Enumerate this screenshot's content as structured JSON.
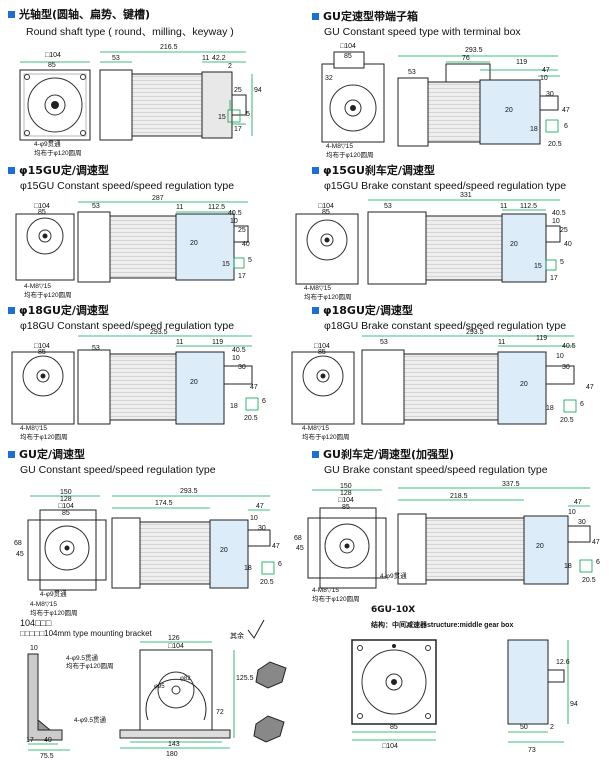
{
  "sections": [
    {
      "title": "光轴型(圆轴、扁势、键槽)",
      "subtitle": "Round shaft type ( round、milling、keyway )"
    },
    {
      "title": "GU定速型带端子箱",
      "subtitle": "GU Constant speed type with terminal box"
    },
    {
      "title": "φ15GU定/调速型",
      "subtitle": "φ15GU Constant speed/speed regulation type"
    },
    {
      "title": "φ15GU刹车定/调速型",
      "subtitle": "φ15GU Brake constant speed/speed regulation type"
    },
    {
      "title": "φ18GU定/调速型",
      "subtitle": "φ18GU Constant speed/speed regulation type"
    },
    {
      "title": "φ18GU定/调速型",
      "subtitle": "φ18GU Brake constant speed/speed regulation type"
    },
    {
      "title": "GU定/调速型",
      "subtitle": "GU Constant speed/speed regulation type"
    },
    {
      "title": "GU刹车定/调速型(加强型)",
      "subtitle": "GU Brake constant speed/speed regulation type"
    }
  ],
  "bracket": {
    "title": "104□□□",
    "subtitle": "□□□□□104mm type mounting bracket",
    "other_label": "其余"
  },
  "gearbox": {
    "title": "6GU-10X",
    "subtitle": "结构：中间减速器structure:middle gear box"
  },
  "notes": {
    "bolt_m8": "4-M8▽15",
    "holes_9": "4-φ9贯通",
    "holes_95": "4-φ9.5贯通",
    "pcd_120": "均布于φ120圆周"
  },
  "dims": {
    "sq104": "□104",
    "d85": "85",
    "d53": "53",
    "d216_5": "216.5",
    "d11": "11",
    "d42_2": "42.2",
    "d2": "2",
    "d25": "25",
    "d94": "94",
    "d15": "15",
    "d5": "5",
    "d17": "17",
    "d293_5": "293.5",
    "d76": "76",
    "d47": "47",
    "d119": "119",
    "d32": "32",
    "d10": "10",
    "d30": "30",
    "d20": "20",
    "d18": "18",
    "d6": "6",
    "d20_5": "20.5",
    "d287": "287",
    "d112_5": "112.5",
    "d40_5": "40.5",
    "d40": "40",
    "d331": "331",
    "d150": "150",
    "d128": "128",
    "d174_5": "174.5",
    "d68": "68",
    "d45": "45",
    "d337_5": "337.5",
    "d218_5": "218.5",
    "d126": "126",
    "d125_5": "125.5",
    "d72": "72",
    "d143": "143",
    "d180": "180",
    "d75_5": "75.5",
    "d95": "φ95",
    "d82": "φ82",
    "d12_6": "12.6",
    "d73": "73",
    "d50": "50"
  },
  "colors": {
    "dim": "#00a651",
    "accent": "#1c6fd6",
    "gearbox": "#dcecf8",
    "body": "#e8e8e8"
  }
}
